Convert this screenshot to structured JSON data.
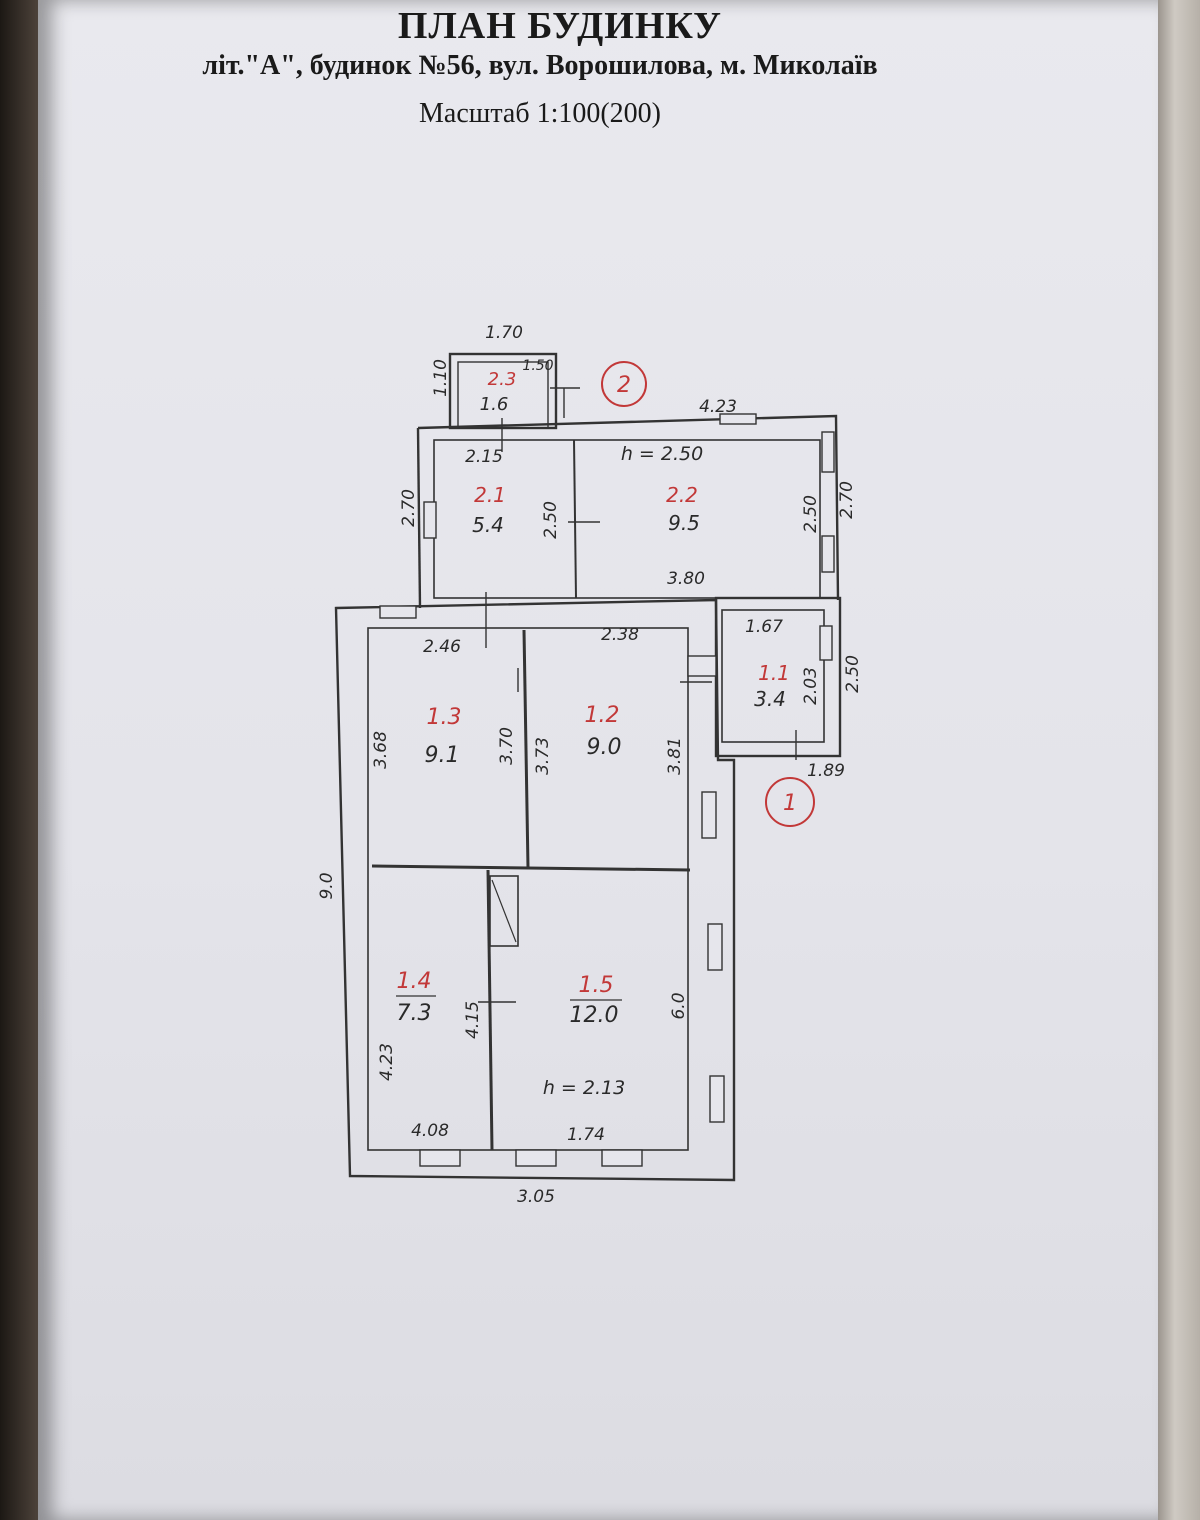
{
  "header": {
    "title": "ПЛАН БУДИНКУ",
    "address": "літ.\"А\", будинок №56, вул. Ворошилова, м. Миколаїв",
    "scale": "Масштаб 1:100(200)"
  },
  "rooms": [
    {
      "number": "2.3",
      "area": "1.6"
    },
    {
      "number": "2.1",
      "area": "5.4"
    },
    {
      "number": "2.2",
      "area": "9.5"
    },
    {
      "number": "1.1",
      "area": "3.4"
    },
    {
      "number": "1.3",
      "area": "9.1"
    },
    {
      "number": "1.2",
      "area": "9.0"
    },
    {
      "number": "1.4",
      "area": "7.3"
    },
    {
      "number": "1.5",
      "area": "12.0"
    }
  ],
  "heights": [
    "h = 2.50",
    "h = 2.13"
  ],
  "entrances": [
    "2",
    "1"
  ],
  "dimensions": [
    "1.70",
    "1.10",
    "1.50",
    "4.23",
    "2.15",
    "2.70",
    "2.50",
    "2.50",
    "2.70",
    "3.80",
    "1.67",
    "2.03",
    "2.50",
    "1.89",
    "2.46",
    "2.38",
    "3.68",
    "3.70",
    "3.73",
    "3.81",
    "9.0",
    "4.23",
    "4.15",
    "4.08",
    "1.74",
    "3.05",
    "6.0"
  ],
  "colors": {
    "ink": "#2a2a2a",
    "red": "#c23838",
    "paper": "#e6e6ec"
  }
}
